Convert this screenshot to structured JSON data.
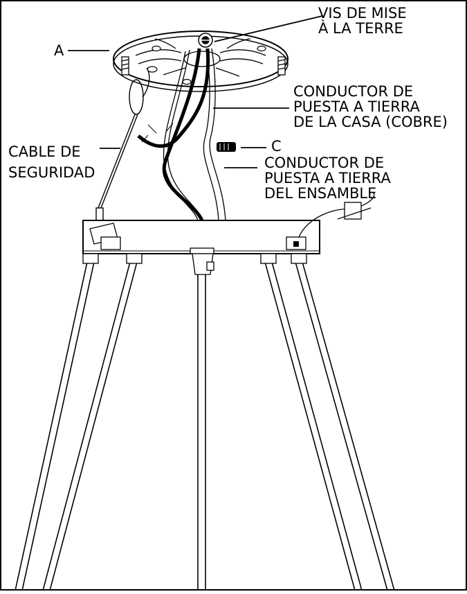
{
  "labels": {
    "ground_screw": [
      "VIS DE MISE",
      "À LA TERRE"
    ],
    "label_a": "A",
    "house_ground": [
      "CONDUCTOR DE",
      "PUESTA A TIERRA",
      "DE LA CASA (COBRE)"
    ],
    "safety_cable": [
      "CABLE DE",
      "SEGURIDAD"
    ],
    "label_c": "C",
    "assembly_ground": [
      "CONDUCTOR DE",
      "PUESTA A TIERRA",
      "DEL ENSAMBLE"
    ]
  },
  "colors": {
    "ink": "#000000",
    "paper": "#ffffff",
    "wire_gray": "#7a7a7a"
  }
}
